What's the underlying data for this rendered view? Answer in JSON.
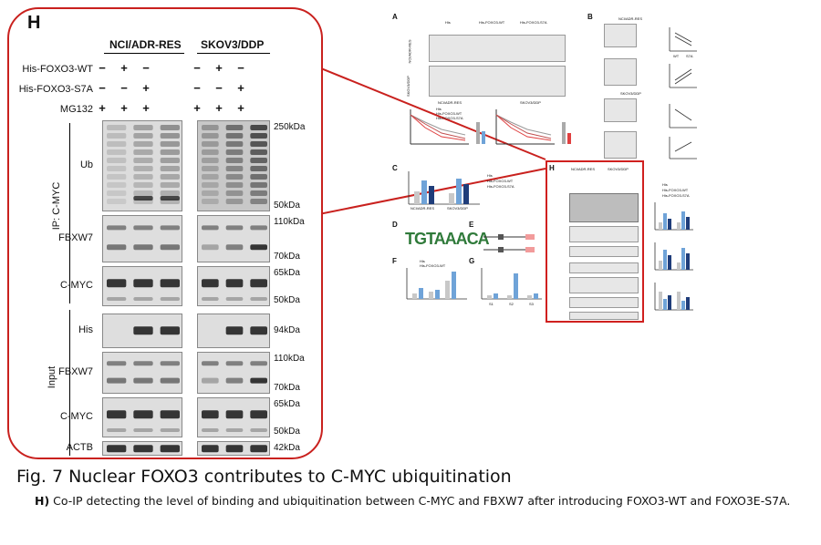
{
  "zoom": {
    "panel_letter": "H",
    "groups": [
      "NCI/ADR-RES",
      "SKOV3/DDP"
    ],
    "conditions": [
      {
        "label": "His-FOXO3-WT",
        "symbols": [
          "−",
          "+",
          "−",
          "−",
          "+",
          "−"
        ]
      },
      {
        "label": "His-FOXO3-S7A",
        "symbols": [
          "−",
          "−",
          "+",
          "−",
          "−",
          "+"
        ]
      },
      {
        "label": "MG132",
        "symbols": [
          "+",
          "+",
          "+",
          "+",
          "+",
          "+"
        ]
      }
    ],
    "sections": {
      "ip": "IP: C-MYC",
      "input": "Input"
    },
    "blots": [
      {
        "label": "Ub",
        "markers": [
          "250kDa",
          "50kDa"
        ]
      },
      {
        "label": "FBXW7",
        "markers": [
          "110kDa",
          "70kDa"
        ]
      },
      {
        "label": "C-MYC",
        "markers": [
          "65kDa",
          "50kDa"
        ]
      },
      {
        "label": "His",
        "markers": [
          "94kDa"
        ]
      },
      {
        "label": "FBXW7",
        "markers": [
          "110kDa",
          "70kDa"
        ]
      },
      {
        "label": "C-MYC",
        "markers": [
          "65kDa",
          "50kDa"
        ]
      },
      {
        "label": "ACTB",
        "markers": [
          "42kDa"
        ]
      }
    ]
  },
  "overview": {
    "panels": [
      "A",
      "B",
      "C",
      "D",
      "E",
      "F",
      "G",
      "H"
    ],
    "a_groups": [
      "His",
      "His-FOXO3-WT",
      "His-FOXO3-S7A"
    ],
    "a_cell_lines": [
      "NCI/ADR-RES",
      "SKOV3/DDP"
    ],
    "legend_his": "His",
    "legend_wt": "His-FOXO3-WT",
    "legend_s7a": "His-FOXO3-S7A",
    "b_labels": [
      "NCI/ADR-RES",
      "SKOV3/DDP",
      "WT",
      "S7A"
    ],
    "motif": "TGTAAACA",
    "h_cell_lines": [
      "NCI/ADR-RES",
      "SKOV3/DDP"
    ],
    "g_x_labels": [
      "S1",
      "S2",
      "S3"
    ]
  },
  "caption": {
    "title": "Fig. 7 Nuclear FOXO3 contributes to C-MYC ubiquitination",
    "sub_label": "H)",
    "sub_text": " Co-IP detecting the level of binding and ubiquitination between C-MYC and FBXW7 after introducing FOXO3-WT and FOXO3E-S7A."
  },
  "colors": {
    "highlight": "#c9211e",
    "his": "#c8c8c8",
    "wt": "#6fa3d8",
    "s7a": "#1f3d7a"
  }
}
